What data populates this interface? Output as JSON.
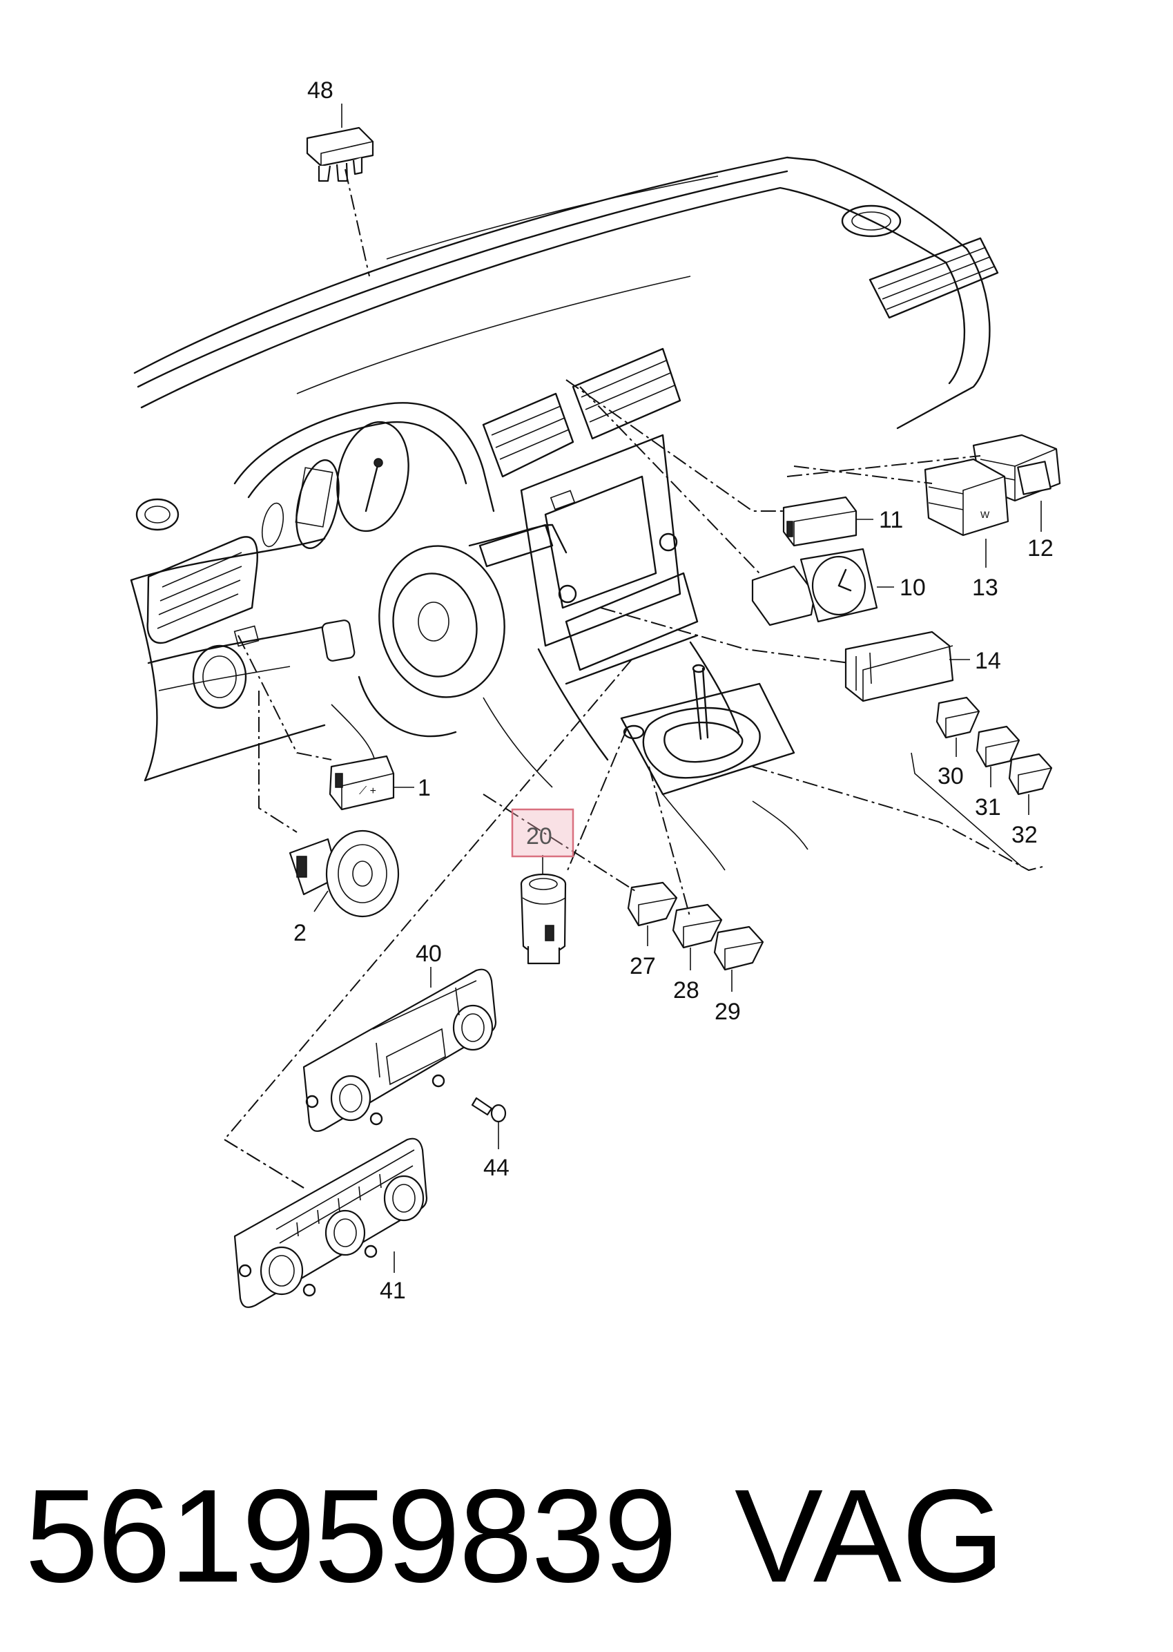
{
  "callouts": {
    "c48": "48",
    "c1": "1",
    "c2": "2",
    "c10": "10",
    "c11": "11",
    "c12": "12",
    "c13": "13",
    "c14": "14",
    "c20": "20",
    "c27": "27",
    "c28": "28",
    "c29": "29",
    "c30": "30",
    "c31": "31",
    "c32": "32",
    "c40": "40",
    "c41": "41",
    "c44": "44"
  },
  "highlighted_callout": "20",
  "footer": {
    "part_number": "561959839",
    "brand": "VAG"
  },
  "colors": {
    "highlight_fill": "#f6d6db",
    "highlight_border": "#d9707f",
    "line": "#111111"
  }
}
